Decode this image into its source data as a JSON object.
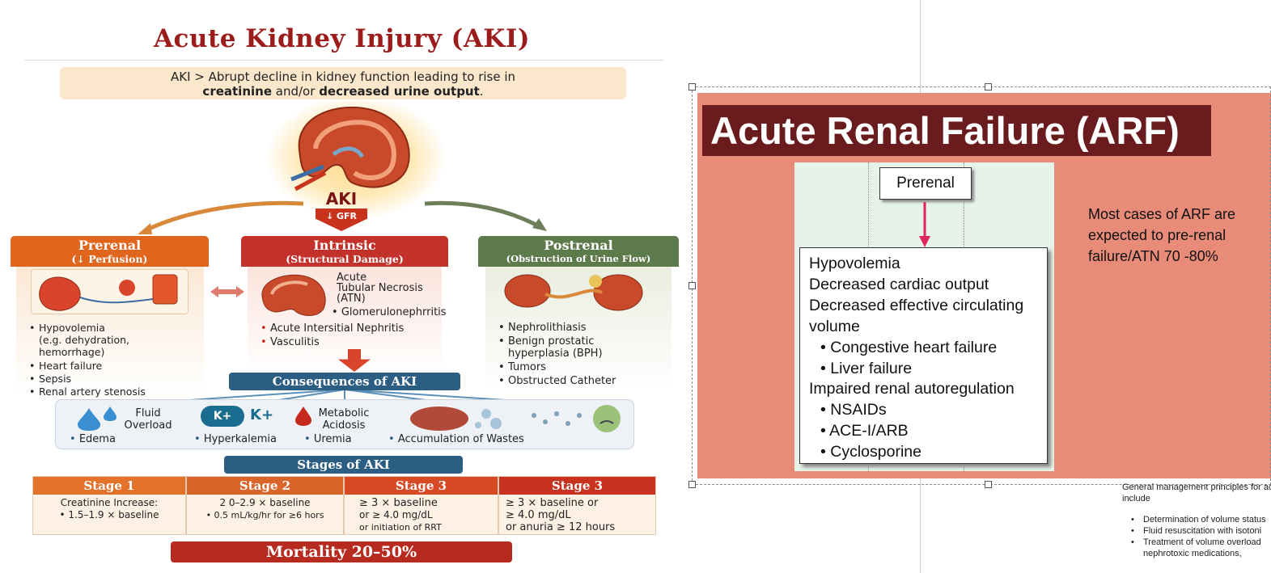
{
  "infographic": {
    "title": "Acute Kidney Injury (AKI)",
    "definition": {
      "prefix": "AKI > Abrupt decline in kidney function leading to rise in",
      "bold1": "creatinine",
      "mid": "and/or",
      "bold2": "decreased urine output",
      "end": "."
    },
    "center_label": "AKI",
    "gfr_label": "↓ GFR",
    "categories": [
      {
        "title": "Prerenal",
        "subtitle": "(↓ Perfusion)",
        "color": "#e0661e",
        "items": [
          "Hypovolemia",
          "(e.g. dehydration,",
          "hemorrhage)",
          "Heart failure",
          "Sepsis",
          "Renal artery stenosis"
        ]
      },
      {
        "title": "Intrinsic",
        "subtitle": "(Structural Damage)",
        "color": "#c3322a",
        "img_items": [
          "Acute",
          "Tubular Necrosis",
          "(ATN)",
          "Glomerulonephrritis"
        ],
        "items": [
          "Acute Intersitial Nephritis",
          "Vasculitis"
        ]
      },
      {
        "title": "Postrenal",
        "subtitle": "(Obstruction of Urine Flow)",
        "color": "#5d7a4b",
        "items": [
          "Nephrolithiasis",
          "Benign prostatic",
          "hyperplasia (BPH)",
          "Tumors",
          "Obstructed Catheter"
        ]
      }
    ],
    "consequences": {
      "title": "Consequences of AKI",
      "fluid_label_1": "Fluid",
      "fluid_label_2": "Overload",
      "k_badge": "K+",
      "k_label": "K+",
      "metabolic_1": "Metabolic",
      "metabolic_2": "Acidosis",
      "bullets": [
        "Edema",
        "Hyperkalemia",
        "Uremia",
        "Accumulation of Wastes"
      ]
    },
    "stages": {
      "title": "Stages of AKI",
      "columns": [
        {
          "label": "Stage 1",
          "lines": [
            "Creatinine Increase:",
            "• 1.5–1.9 × baseline"
          ]
        },
        {
          "label": "Stage 2",
          "lines": [
            "2 0–2.9 × baseline",
            "• 0.5 mL/kg/hr for ≥6 hors"
          ]
        },
        {
          "label": "Stage 3",
          "lines": [
            "≥ 3 × baseline",
            "or ≥ 4.0 mg/dL",
            "or initiation of RRT"
          ]
        },
        {
          "label": "Stage 3",
          "lines": [
            "≥ 3 × baseline or",
            "≥ 4.0 mg/dL",
            "or anuria ≥ 12 hours"
          ]
        }
      ]
    },
    "mortality": "Mortality 20–50%"
  },
  "slide": {
    "title": "Acute Renal Failure (ARF)",
    "background": "#e88b79",
    "title_bg": "#6a1b1d",
    "diagram": {
      "top_box": "Prerenal",
      "causes": [
        {
          "text": "Hypovolemia",
          "sub": false
        },
        {
          "text": "Decreased cardiac output",
          "sub": false
        },
        {
          "text": "Decreased effective circulating",
          "sub": false
        },
        {
          "text": "volume",
          "sub": false
        },
        {
          "text": "• Congestive heart failure",
          "sub": true
        },
        {
          "text": "• Liver failure",
          "sub": true
        },
        {
          "text": "Impaired renal autoregulation",
          "sub": false
        },
        {
          "text": "• NSAIDs",
          "sub": true
        },
        {
          "text": "• ACE-I/ARB",
          "sub": true
        },
        {
          "text": "• Cyclosporine",
          "sub": true
        }
      ]
    },
    "note": "Most cases of ARF are expected to pre-renal failure/ATN 70 -80%"
  },
  "notes_panel": {
    "intro_1": "General management principles for ac",
    "intro_2": "include",
    "items": [
      "Determination of volume status",
      "Fluid resuscitation with isotoni",
      " Treatment of volume overload",
      "nephrotoxic medications,"
    ]
  }
}
